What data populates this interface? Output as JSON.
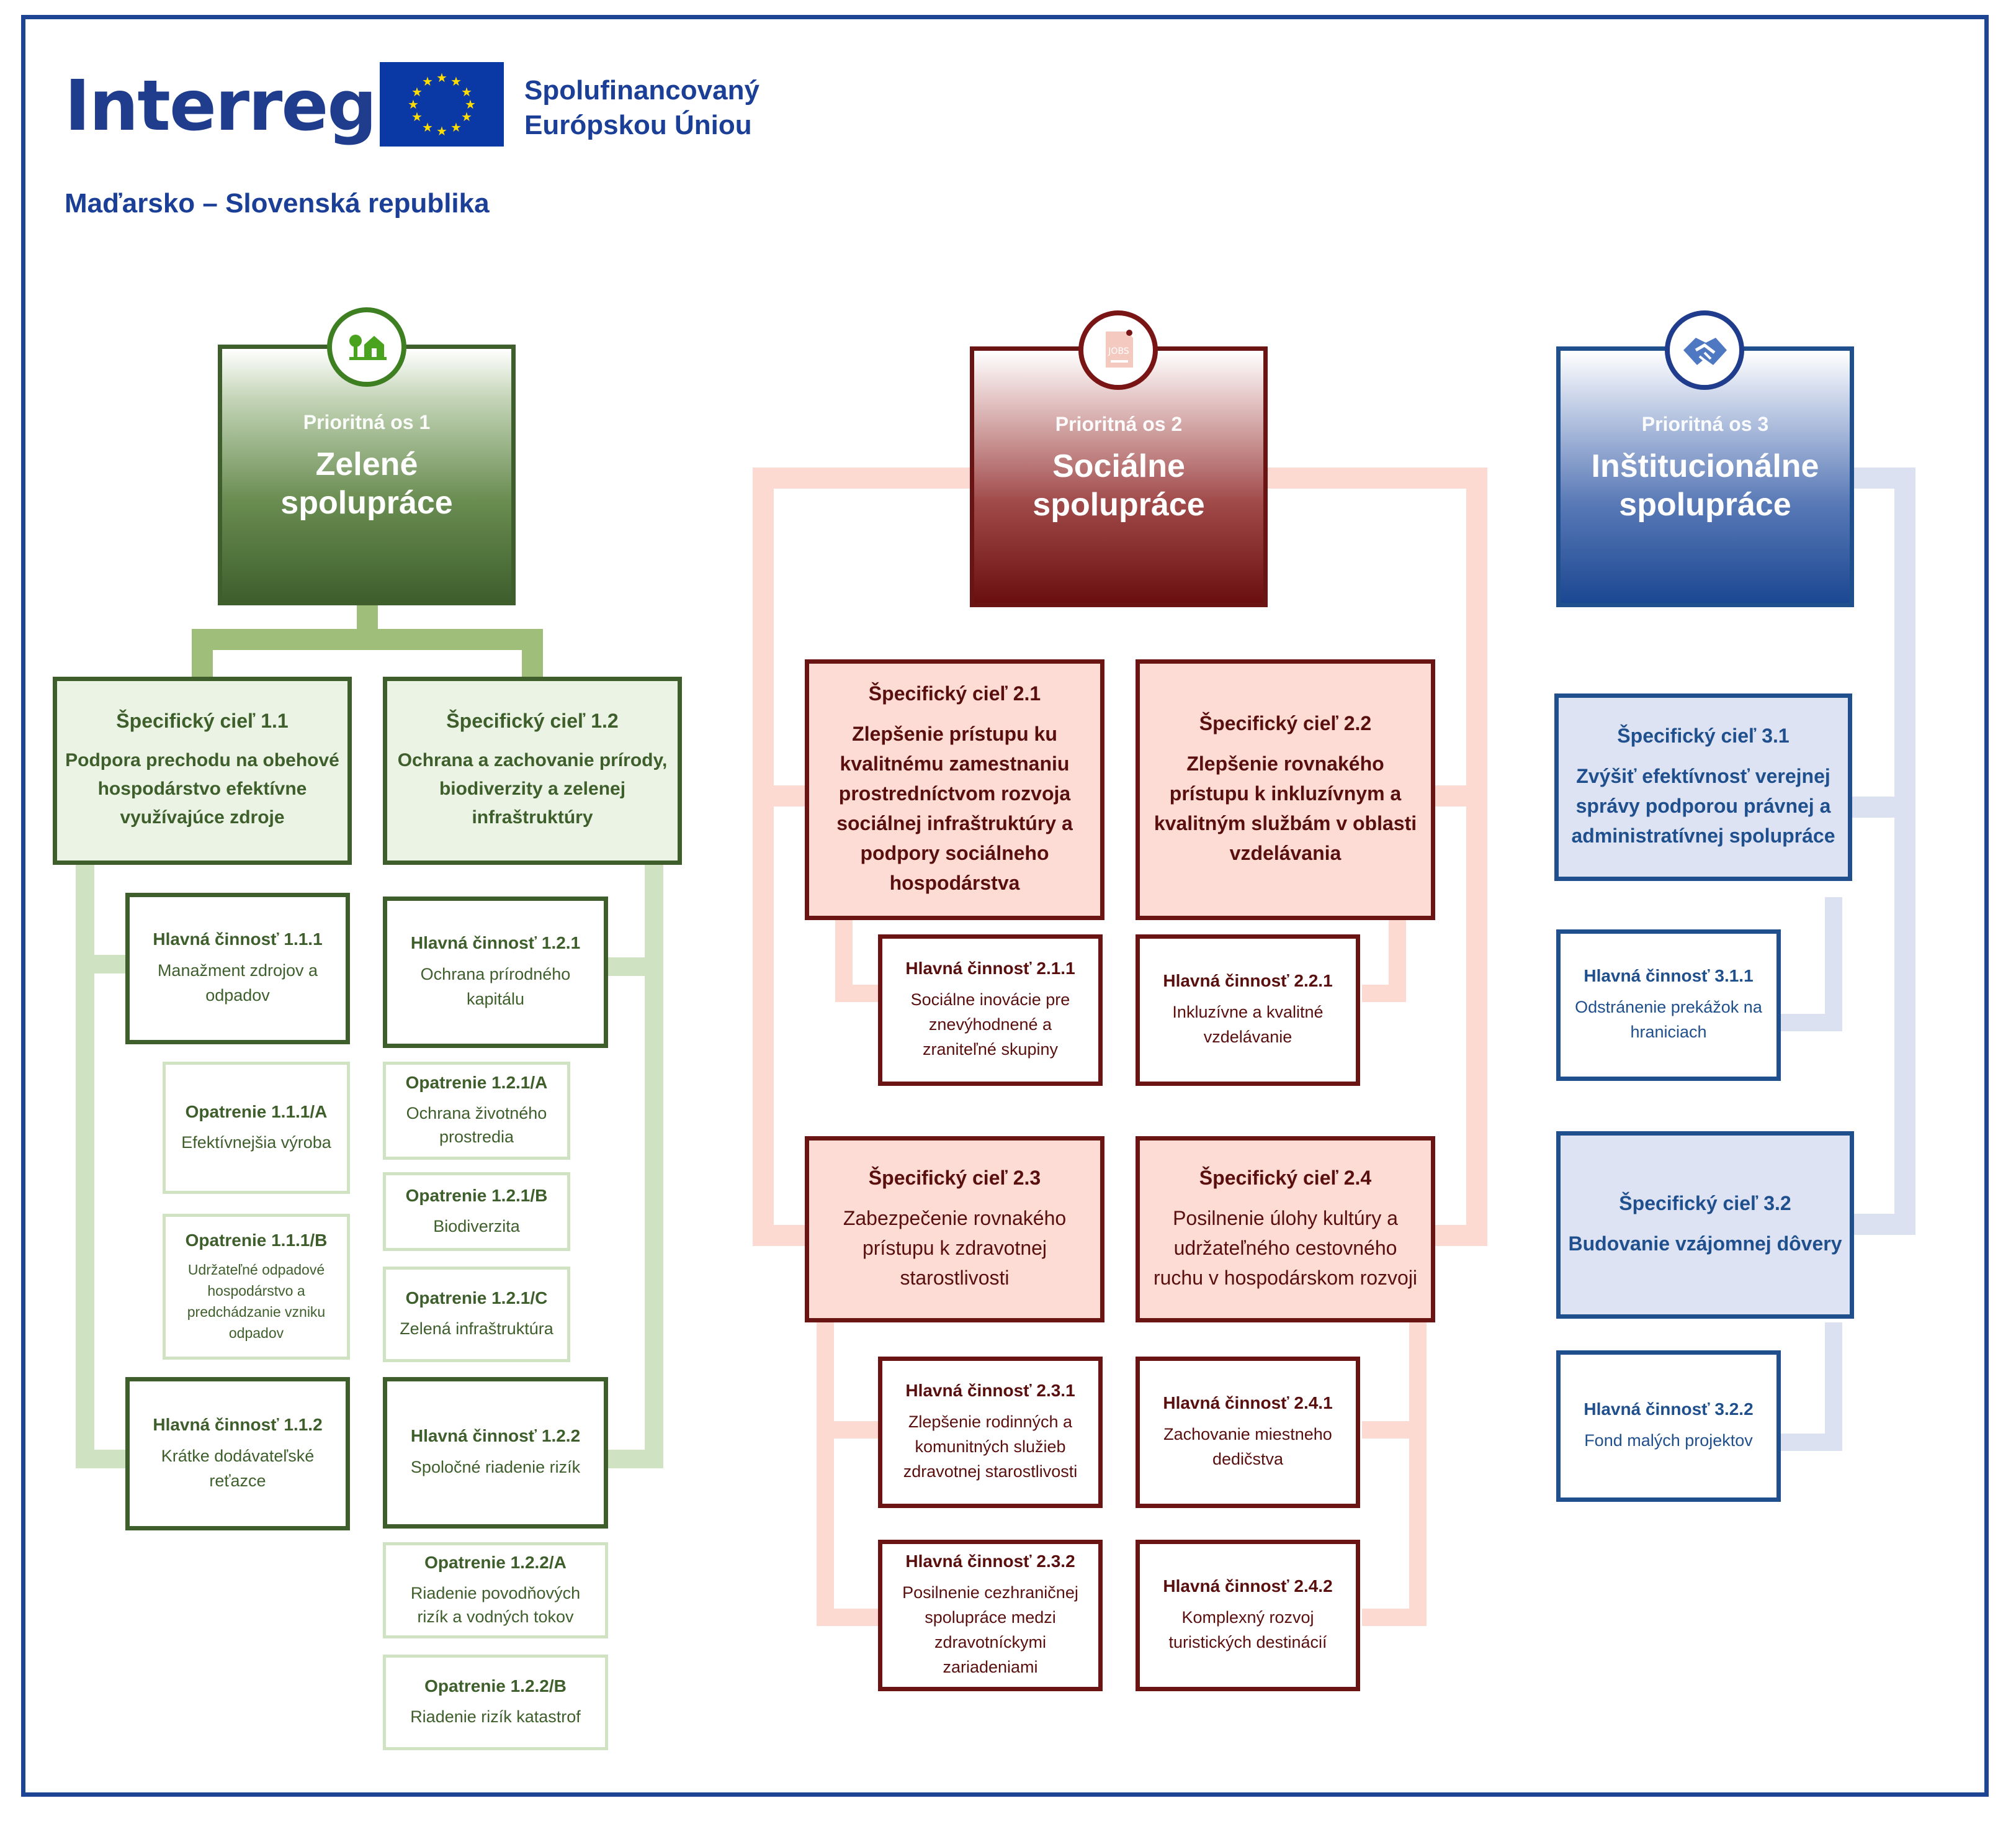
{
  "header": {
    "logo": "Interreg",
    "cofinanced": [
      "Spolufinancovaný",
      "Európskou Úniou"
    ],
    "region": "Maďarsko – Slovenská republika"
  },
  "colors": {
    "green": "#3e5f2c",
    "red": "#6a1414",
    "blue": "#1f4f8c",
    "frame": "#1e4594"
  },
  "priorities": [
    {
      "label": "Prioritná os 1",
      "title": [
        "Zelené",
        "spolupráce"
      ],
      "icon": "green-house-tree-icon",
      "objectives": [
        {
          "heading": "Špecifický cieľ 1.1",
          "text": "Podpora prechodu na obehové hospodárstvo efektívne využívajúce zdroje",
          "activities": [
            {
              "heading": "Hlavná činnosť 1.1.1",
              "text": "Manažment zdrojov a odpadov",
              "measures": [
                {
                  "heading": "Opatrenie 1.1.1/A",
                  "text": "Efektívnejšia výroba"
                },
                {
                  "heading": "Opatrenie 1.1.1/B",
                  "text": "Udržateľné odpadové hospodárstvo a predchádzanie vzniku odpadov"
                }
              ]
            },
            {
              "heading": "Hlavná činnosť 1.1.2",
              "text": "Krátke dodávateľské reťazce"
            }
          ]
        },
        {
          "heading": "Špecifický cieľ 1.2",
          "text": "Ochrana a zachovanie prírody, biodiverzity a zelenej infraštruktúry",
          "activities": [
            {
              "heading": "Hlavná činnosť 1.2.1",
              "text": "Ochrana prírodného kapitálu",
              "measures": [
                {
                  "heading": "Opatrenie 1.2.1/A",
                  "text": "Ochrana životného prostredia"
                },
                {
                  "heading": "Opatrenie 1.2.1/B",
                  "text": "Biodiverzita"
                },
                {
                  "heading": "Opatrenie 1.2.1/C",
                  "text": "Zelená infraštruktúra"
                }
              ]
            },
            {
              "heading": "Hlavná činnosť 1.2.2",
              "text": "Spoločné riadenie rizík",
              "measures": [
                {
                  "heading": "Opatrenie 1.2.2/A",
                  "text": "Riadenie povodňových rizík a vodných tokov"
                },
                {
                  "heading": "Opatrenie 1.2.2/B",
                  "text": "Riadenie rizík katastrof"
                }
              ]
            }
          ]
        }
      ]
    },
    {
      "label": "Prioritná os 2",
      "title": [
        "Sociálne",
        "spolupráce"
      ],
      "icon": "jobs-document-icon",
      "objectives": [
        {
          "heading": "Špecifický cieľ 2.1",
          "text": "Zlepšenie prístupu ku kvalitnému zamestnaniu prostredníctvom rozvoja sociálnej infraštruktúry a podpory sociálneho hospodárstva",
          "activities": [
            {
              "heading": "Hlavná činnosť 2.1.1",
              "text": "Sociálne inovácie pre znevýhodnené a zraniteľné skupiny"
            }
          ]
        },
        {
          "heading": "Špecifický cieľ 2.2",
          "text": "Zlepšenie rovnakého prístupu k inkluzívnym a kvalitným službám v oblasti vzdelávania",
          "activities": [
            {
              "heading": "Hlavná činnosť 2.2.1",
              "text": "Inkluzívne a kvalitné vzdelávanie"
            }
          ]
        },
        {
          "heading": "Špecifický cieľ 2.3",
          "text": "Zabezpečenie rovnakého prístupu k zdravotnej starostlivosti",
          "activities": [
            {
              "heading": "Hlavná činnosť 2.3.1",
              "text": "Zlepšenie rodinných a komunitných služieb zdravotnej starostlivosti"
            },
            {
              "heading": "Hlavná činnosť 2.3.2",
              "text": "Posilnenie cezhraničnej spolupráce medzi zdravotníckymi zariadeniami"
            }
          ]
        },
        {
          "heading": "Špecifický cieľ 2.4",
          "text": "Posilnenie úlohy kultúry a udržateľného cestovného ruchu v hospodárskom rozvoji",
          "activities": [
            {
              "heading": "Hlavná činnosť 2.4.1",
              "text": "Zachovanie miestneho dedičstva"
            },
            {
              "heading": "Hlavná činnosť 2.4.2",
              "text": "Komplexný rozvoj turistických destinácií"
            }
          ]
        }
      ]
    },
    {
      "label": "Prioritná os 3",
      "title": [
        "Inštitucionálne",
        "spolupráce"
      ],
      "icon": "handshake-icon",
      "objectives": [
        {
          "heading": "Špecifický cieľ 3.1",
          "text": "Zvýšiť efektívnosť verejnej správy podporou právnej a administratívnej spolupráce",
          "activities": [
            {
              "heading": "Hlavná činnosť 3.1.1",
              "text": "Odstránenie prekážok na hraniciach"
            }
          ]
        },
        {
          "heading": "Špecifický cieľ 3.2",
          "text": "Budovanie vzájomnej dôvery",
          "activities": [
            {
              "heading": "Hlavná činnosť 3.2.2",
              "text": "Fond malých projektov"
            }
          ]
        }
      ]
    }
  ]
}
